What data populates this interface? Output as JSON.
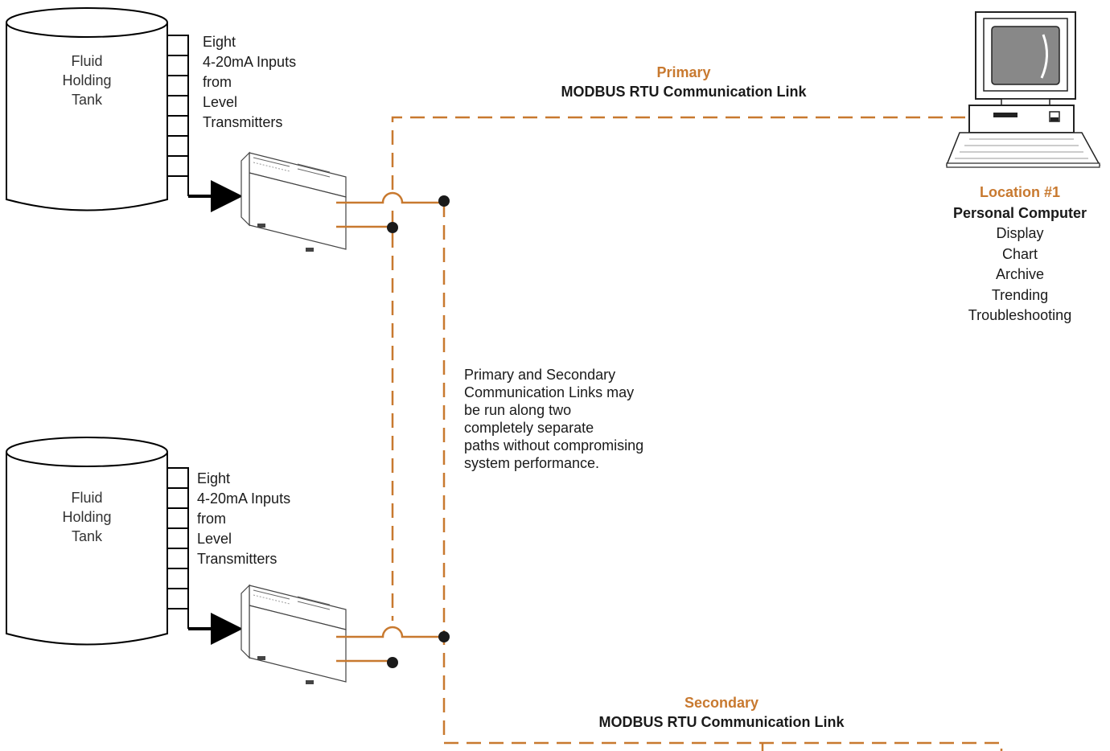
{
  "colors": {
    "link": "#c8792f",
    "wire": "#000000",
    "text": "#1a1a1a"
  },
  "tanks": [
    {
      "label_lines": [
        "Fluid",
        "Holding",
        "Tank"
      ],
      "inputs_lines": [
        "Eight",
        "4-20mA Inputs",
        "from",
        "Level",
        "Transmitters"
      ]
    },
    {
      "label_lines": [
        "Fluid",
        "Holding",
        "Tank"
      ],
      "inputs_lines": [
        "Eight",
        "4-20mA Inputs",
        "from",
        "Level",
        "Transmitters"
      ]
    }
  ],
  "primary_link": {
    "title": "Primary",
    "subtitle": "MODBUS RTU Communication Link"
  },
  "secondary_link": {
    "title": "Secondary",
    "subtitle": "MODBUS RTU Communication Link"
  },
  "location": {
    "title": "Location #1",
    "device": "Personal Computer",
    "functions": [
      "Display",
      "Chart",
      "Archive",
      "Trending",
      "Troubleshooting"
    ]
  },
  "note_lines": [
    "Primary and Secondary",
    "Communication Links may",
    "be run along two",
    "completely separate",
    "paths without compromising",
    "system performance."
  ],
  "icons": {
    "computer": "personal-computer-icon",
    "rtu": "rtu-unit-icon",
    "tank": "tank-icon"
  }
}
